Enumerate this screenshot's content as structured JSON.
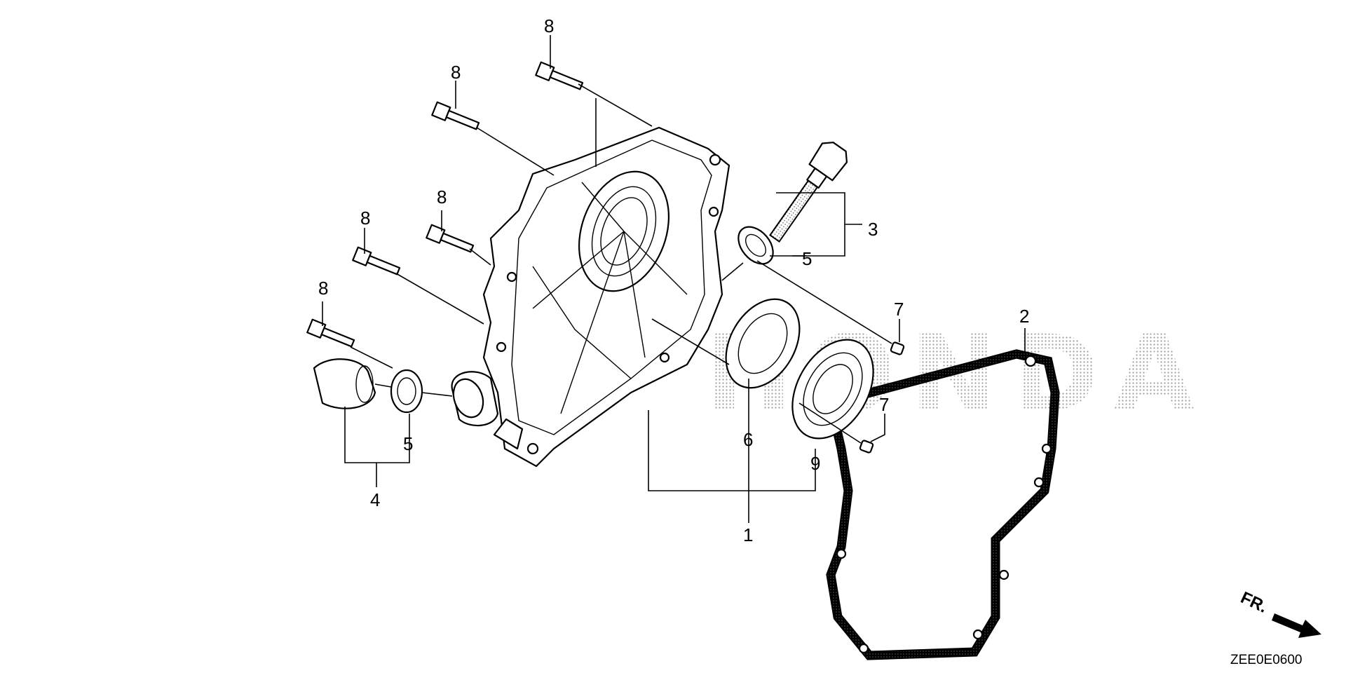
{
  "diagram": {
    "watermark": "HONDA",
    "diagram_code": "ZEE0E0600",
    "direction_label": "FR.",
    "callouts": {
      "c1": "1",
      "c2": "2",
      "c3": "3",
      "c4": "4",
      "c5a": "5",
      "c5b": "5",
      "c6": "6",
      "c7a": "7",
      "c7b": "7",
      "c8a": "8",
      "c8b": "8",
      "c8c": "8",
      "c8d": "8",
      "c8e": "8",
      "c9": "9"
    }
  }
}
